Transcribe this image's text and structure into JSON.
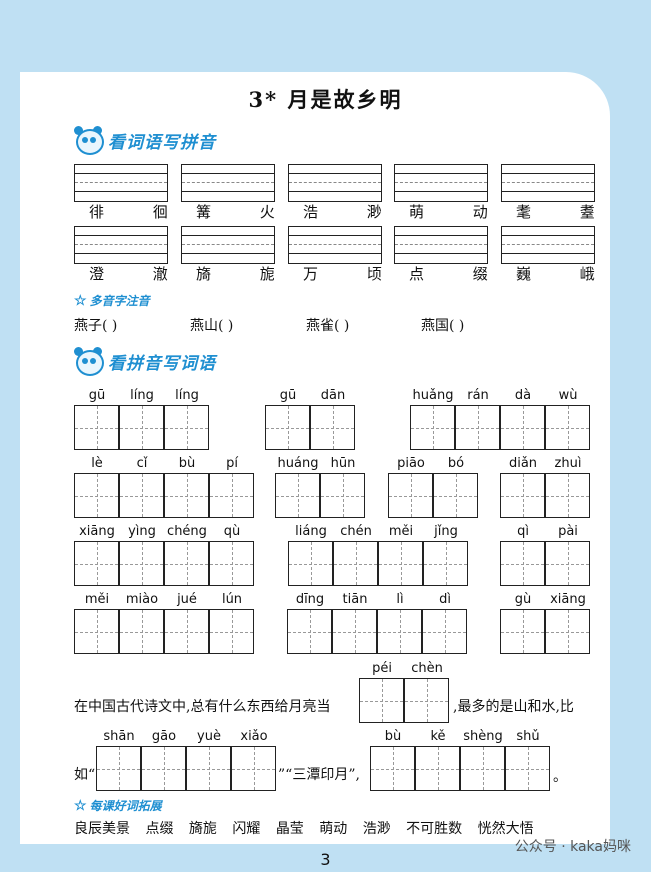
{
  "title": "3*   月是故乡明",
  "section1": "看词语写拼音",
  "row1": [
    "徘 徊",
    "篝 火",
    "浩 渺",
    "萌 动",
    "耄 耋"
  ],
  "row2": [
    "澄 澈",
    "旖 旎",
    "万 顷",
    "点 缀",
    "巍 峨"
  ],
  "sub_poly": "多音字注音",
  "poly": [
    "燕子(        )",
    "燕山(        )",
    "燕雀(        )",
    "燕国(        )"
  ],
  "section2": "看拼音写词语",
  "pinyin": {
    "r1": [
      "gū",
      "líng",
      "líng",
      "gū",
      "dān",
      "huǎng",
      "rán",
      "dà",
      "wù"
    ],
    "r2": [
      "lè",
      "cǐ",
      "bù",
      "pí",
      "huáng",
      "hūn",
      "piāo",
      "bó",
      "diǎn",
      "zhuì"
    ],
    "r3": [
      "xiāng",
      "yìng",
      "chéng",
      "qù",
      "liáng",
      "chén",
      "měi",
      "jǐng",
      "qì",
      "pài"
    ],
    "r4": [
      "měi",
      "miào",
      "jué",
      "lún",
      "dīng",
      "tiān",
      "lì",
      "dì",
      "gù",
      "xiāng"
    ],
    "r5": [
      "péi",
      "chèn"
    ],
    "r6": [
      "shān",
      "gāo",
      "yuè",
      "xiǎo",
      "bù",
      "kě",
      "shèng",
      "shǔ"
    ]
  },
  "sentence1a": "在中国古代诗文中,总有什么东西给月亮当",
  "sentence1b": ",最多的是山和水,比",
  "sentence2a": "如“",
  "sentence2b": "”“三潭印月”,",
  "sentence2c": "。",
  "sub_words": "每课好词拓展",
  "words": [
    "良辰美景",
    "点缀",
    "旖旎",
    "闪耀",
    "晶莹",
    "萌动",
    "浩渺",
    "不可胜数",
    "恍然大悟"
  ],
  "page_number": "3",
  "watermark": "公众号 · kaka妈咪"
}
